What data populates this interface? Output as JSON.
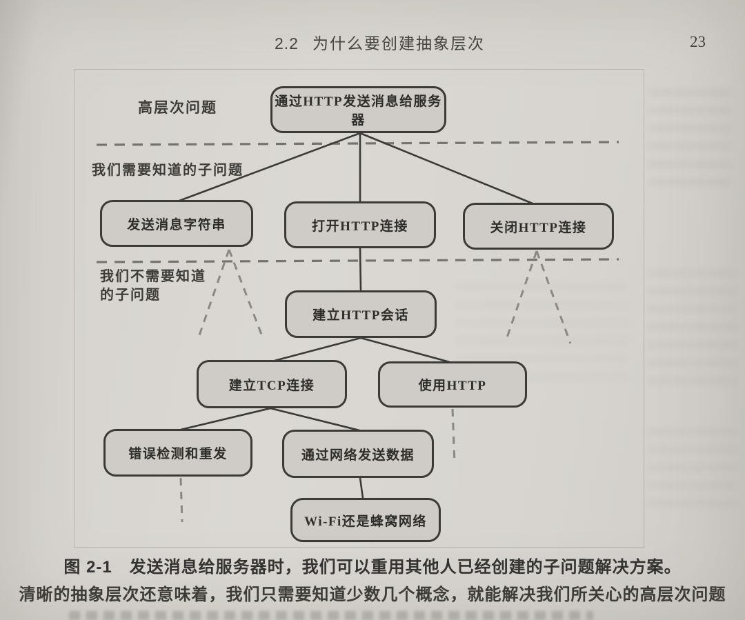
{
  "page": {
    "header": {
      "section_number": "2.2",
      "section_title": "为什么要创建抽象层次",
      "page_number": "23"
    },
    "figure": {
      "labels": {
        "high_level": "高层次问题",
        "known_sub": "我们需要知道的子问题",
        "unknown_sub_line1": "我们不需要知道",
        "unknown_sub_line2": "的子问题"
      },
      "nodes": [
        {
          "id": "send-http",
          "label": "通过HTTP发送消息给服务器",
          "level": "high"
        },
        {
          "id": "send-string",
          "label": "发送消息字符串",
          "level": "known"
        },
        {
          "id": "open-http",
          "label": "打开HTTP连接",
          "level": "known"
        },
        {
          "id": "close-http",
          "label": "关闭HTTP连接",
          "level": "known"
        },
        {
          "id": "http-session",
          "label": "建立HTTP会话",
          "level": "hidden"
        },
        {
          "id": "tcp-conn",
          "label": "建立TCP连接",
          "level": "hidden"
        },
        {
          "id": "use-http",
          "label": "使用HTTP",
          "level": "hidden"
        },
        {
          "id": "error-retry",
          "label": "错误检测和重发",
          "level": "hidden"
        },
        {
          "id": "net-send",
          "label": "通过网络发送数据",
          "level": "hidden"
        },
        {
          "id": "wifi-cell",
          "label": "Wi-Fi还是蜂窝网络",
          "level": "hidden"
        }
      ],
      "edges": [
        {
          "from": "send-http",
          "to": "send-string",
          "style": "solid"
        },
        {
          "from": "send-http",
          "to": "open-http",
          "style": "solid"
        },
        {
          "from": "send-http",
          "to": "close-http",
          "style": "solid"
        },
        {
          "from": "open-http",
          "to": "http-session",
          "style": "solid"
        },
        {
          "from": "http-session",
          "to": "tcp-conn",
          "style": "solid"
        },
        {
          "from": "http-session",
          "to": "use-http",
          "style": "solid"
        },
        {
          "from": "tcp-conn",
          "to": "error-retry",
          "style": "solid"
        },
        {
          "from": "tcp-conn",
          "to": "net-send",
          "style": "solid"
        },
        {
          "from": "net-send",
          "to": "wifi-cell",
          "style": "solid"
        },
        {
          "from": "send-string",
          "to": "hidden-details",
          "style": "dashed-v"
        },
        {
          "from": "close-http",
          "to": "hidden-details",
          "style": "dashed-v"
        },
        {
          "from": "use-http",
          "to": "hidden-details",
          "style": "dashed"
        },
        {
          "from": "error-retry",
          "to": "hidden-details",
          "style": "dashed"
        }
      ]
    },
    "caption": {
      "line1": "图 2-1　发送消息给服务器时，我们可以重用其他人已经创建的子问题解决方案。",
      "line2": "清晰的抽象层次还意味着，我们只需要知道少数几个概念，就能解决我们所关心的高层次问题"
    }
  },
  "colors": {
    "paper": "#d7d4cf",
    "node_fill": "#cfccc7",
    "node_border": "#3b3a37",
    "text": "#343230",
    "dashed_separator": "#75736f",
    "dashed_hidden": "#8a8884"
  }
}
